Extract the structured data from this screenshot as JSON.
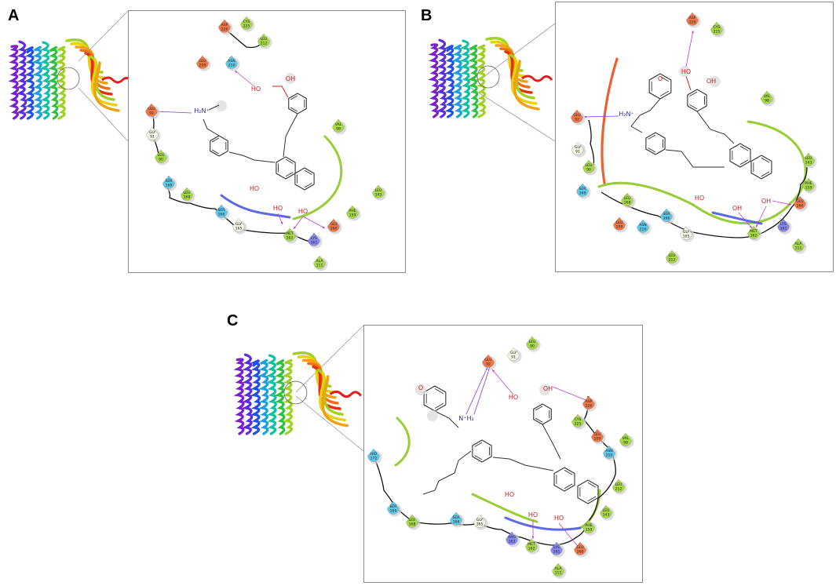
{
  "panels": [
    {
      "letter": "A",
      "atoms": {
        "h2n": "H₂N⁺",
        "oh1": "OH",
        "oh2": "HO",
        "oh3": "HO",
        "oh4": "HO",
        "oh5": "HO"
      },
      "residues": [
        {
          "id": "asp226",
          "name": "ASP",
          "num": "226",
          "kind": "neg"
        },
        {
          "id": "cys225",
          "name": "CYS",
          "num": "225",
          "kind": "hyd"
        },
        {
          "id": "leu212",
          "name": "LEU",
          "num": "212",
          "kind": "hyd"
        },
        {
          "id": "glu209",
          "name": "GLU",
          "num": "209",
          "kind": "neg"
        },
        {
          "id": "asn210",
          "name": "ASN",
          "num": "210",
          "kind": "pol"
        },
        {
          "id": "glu92",
          "name": "GLU",
          "num": "92",
          "kind": "neg"
        },
        {
          "id": "gly91",
          "name": "GLY",
          "num": "91",
          "kind": "gly"
        },
        {
          "id": "leu90",
          "name": "LEU",
          "num": "90",
          "kind": "hyd"
        },
        {
          "id": "val98",
          "name": "VAL",
          "num": "98",
          "kind": "hyd"
        },
        {
          "id": "leu143",
          "name": "LEU",
          "num": "143",
          "kind": "hyd"
        },
        {
          "id": "ser169",
          "name": "SER",
          "num": "169",
          "kind": "pol"
        },
        {
          "id": "leu168",
          "name": "LEU",
          "num": "168",
          "kind": "hyd"
        },
        {
          "id": "ser166",
          "name": "SER",
          "num": "166",
          "kind": "pol"
        },
        {
          "id": "gly165",
          "name": "GLY",
          "num": "165",
          "kind": "gly"
        },
        {
          "id": "met162",
          "name": "MET",
          "num": "162",
          "kind": "hyd"
        },
        {
          "id": "lys161",
          "name": "LYS",
          "num": "161",
          "kind": "pos"
        },
        {
          "id": "glu160",
          "name": "GLU",
          "num": "160",
          "kind": "neg"
        },
        {
          "id": "phe159",
          "name": "PHE",
          "num": "159",
          "kind": "hyd"
        },
        {
          "id": "ala111",
          "name": "ALA",
          "num": "111",
          "kind": "hyd"
        }
      ]
    },
    {
      "letter": "B",
      "atoms": {
        "h2n": "H₂N⁺",
        "o": "O",
        "oh1": "OH",
        "oh2": "HO",
        "oh3": "HO",
        "oh4": "OH",
        "oh5": "OH"
      },
      "residues": [
        {
          "id": "asp226",
          "name": "ASP",
          "num": "226",
          "kind": "neg"
        },
        {
          "id": "cys225",
          "name": "CYS",
          "num": "225",
          "kind": "hyd"
        },
        {
          "id": "val98",
          "name": "VAL",
          "num": "98",
          "kind": "hyd"
        },
        {
          "id": "glu92",
          "name": "GLU",
          "num": "92",
          "kind": "neg"
        },
        {
          "id": "gly91",
          "name": "GLY",
          "num": "91",
          "kind": "gly"
        },
        {
          "id": "leu90",
          "name": "LEU",
          "num": "90",
          "kind": "hyd"
        },
        {
          "id": "leu143",
          "name": "LEU",
          "num": "143",
          "kind": "hyd"
        },
        {
          "id": "phe159",
          "name": "PHE",
          "num": "159",
          "kind": "hyd"
        },
        {
          "id": "ser169",
          "name": "SER",
          "num": "169",
          "kind": "pol"
        },
        {
          "id": "leu168",
          "name": "LEU",
          "num": "168",
          "kind": "hyd"
        },
        {
          "id": "ser166",
          "name": "SER",
          "num": "166",
          "kind": "pol"
        },
        {
          "id": "glu209",
          "name": "GLU",
          "num": "209",
          "kind": "neg"
        },
        {
          "id": "asn210",
          "name": "ASN",
          "num": "210",
          "kind": "pol"
        },
        {
          "id": "gly165",
          "name": "GLY",
          "num": "165",
          "kind": "gly"
        },
        {
          "id": "leu212",
          "name": "LEU",
          "num": "212",
          "kind": "hyd"
        },
        {
          "id": "met162",
          "name": "MET",
          "num": "162",
          "kind": "hyd"
        },
        {
          "id": "lys161",
          "name": "LYS",
          "num": "161",
          "kind": "pos"
        },
        {
          "id": "glu160",
          "name": "GLU",
          "num": "160",
          "kind": "neg"
        },
        {
          "id": "ala111",
          "name": "ALA",
          "num": "111",
          "kind": "hyd"
        }
      ]
    },
    {
      "letter": "C",
      "atoms": {
        "h2n": "N⁺H₂",
        "o": "O",
        "oh1": "OH",
        "oh2": "HO",
        "oh3": "OH",
        "oh4": "HO",
        "oh5": "HO"
      },
      "residues": [
        {
          "id": "leu90",
          "name": "LEU",
          "num": "90",
          "kind": "hyd"
        },
        {
          "id": "gly91",
          "name": "GLY",
          "num": "91",
          "kind": "gly"
        },
        {
          "id": "glu92",
          "name": "GLU",
          "num": "92",
          "kind": "neg"
        },
        {
          "id": "asp226",
          "name": "ASP",
          "num": "226",
          "kind": "neg"
        },
        {
          "id": "cys225",
          "name": "CYS",
          "num": "225",
          "kind": "hyd"
        },
        {
          "id": "glu209",
          "name": "GLU",
          "num": "209",
          "kind": "neg"
        },
        {
          "id": "val98",
          "name": "VAL",
          "num": "98",
          "kind": "hyd"
        },
        {
          "id": "asn210",
          "name": "ASN",
          "num": "210",
          "kind": "pol"
        },
        {
          "id": "leu212",
          "name": "LEU",
          "num": "212",
          "kind": "hyd"
        },
        {
          "id": "his172",
          "name": "HID",
          "num": "172",
          "kind": "pol"
        },
        {
          "id": "ser169",
          "name": "SER",
          "num": "169",
          "kind": "pol"
        },
        {
          "id": "leu168",
          "name": "LEU",
          "num": "168",
          "kind": "hyd"
        },
        {
          "id": "ser166",
          "name": "SER",
          "num": "166",
          "kind": "pol"
        },
        {
          "id": "gly165",
          "name": "GLY",
          "num": "165",
          "kind": "gly"
        },
        {
          "id": "leu143",
          "name": "LEU",
          "num": "143",
          "kind": "hyd"
        },
        {
          "id": "arg163",
          "name": "ARG",
          "num": "163",
          "kind": "pos"
        },
        {
          "id": "met162",
          "name": "MET",
          "num": "162",
          "kind": "hyd"
        },
        {
          "id": "lys161",
          "name": "LYS",
          "num": "161",
          "kind": "pos"
        },
        {
          "id": "glu160",
          "name": "GLU",
          "num": "160",
          "kind": "neg"
        },
        {
          "id": "phe159",
          "name": "PHE",
          "num": "159",
          "kind": "hyd"
        },
        {
          "id": "ala111",
          "name": "ALA",
          "num": "111",
          "kind": "hyd"
        }
      ]
    }
  ],
  "colors": {
    "neg": "#f07848",
    "pos": "#8888ee",
    "pol": "#60c8e8",
    "hyd": "#a8d848",
    "gly": "#f4f4e4",
    "hbond": "#c040c0",
    "cation": "#8a3ad0",
    "pocket": "#8cc820",
    "ligand": "#333333",
    "hetero": "#cc2020",
    "nitrogen": "#3030a0"
  }
}
